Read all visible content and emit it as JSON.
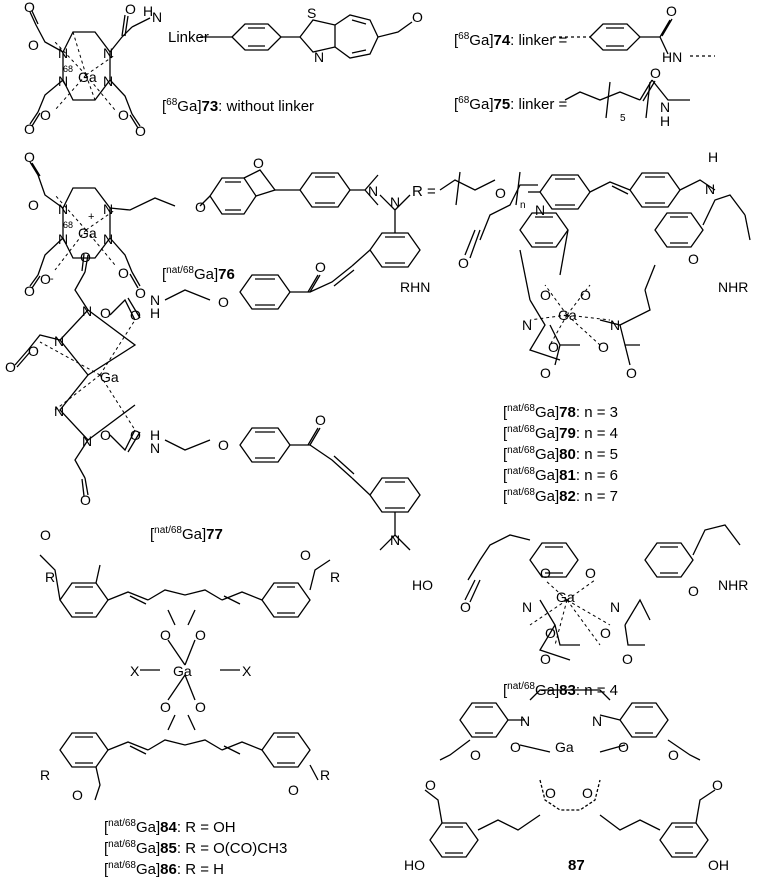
{
  "compounds": {
    "c73": {
      "iso": "68",
      "metal": "Ga",
      "num": "73",
      "suffix": ": without linker"
    },
    "c74": {
      "iso": "68",
      "metal": "Ga",
      "num": "74",
      "suffix": ": linker ="
    },
    "c75": {
      "iso": "68",
      "metal": "Ga",
      "num": "75",
      "suffix": ": linker ="
    },
    "c76": {
      "iso": "nat/68",
      "metal": "Ga",
      "num": "76"
    },
    "c77": {
      "iso": "nat/68",
      "metal": "Ga",
      "num": "77"
    },
    "c78": {
      "iso": "nat/68",
      "metal": "Ga",
      "num": "78",
      "suffix": ": n = 3"
    },
    "c79": {
      "iso": "nat/68",
      "metal": "Ga",
      "num": "79",
      "suffix": ": n = 4"
    },
    "c80": {
      "iso": "nat/68",
      "metal": "Ga",
      "num": "80",
      "suffix": ": n = 5"
    },
    "c81": {
      "iso": "nat/68",
      "metal": "Ga",
      "num": "81",
      "suffix": ": n = 6"
    },
    "c82": {
      "iso": "nat/68",
      "metal": "Ga",
      "num": "82",
      "suffix": ": n = 7"
    },
    "c83": {
      "iso": "nat/68",
      "metal": "Ga",
      "num": "83",
      "suffix": ": n = 4"
    },
    "c84": {
      "iso": "nat/68",
      "metal": "Ga",
      "num": "84",
      "suffix": ": R = OH"
    },
    "c85": {
      "iso": "nat/68",
      "metal": "Ga",
      "num": "85",
      "suffix": ": R = O(CO)CH3"
    },
    "c86": {
      "iso": "nat/68",
      "metal": "Ga",
      "num": "86",
      "suffix": ": R = H"
    },
    "c87": {
      "num": "87"
    }
  },
  "atoms": {
    "O": "O",
    "N": "N",
    "S": "S",
    "H": "H",
    "HN": "HN",
    "NH": "NH",
    "Ga": "Ga",
    "X": "X",
    "R": "R",
    "OH": "OH",
    "HO": "HO",
    "RHN": "RHN",
    "NHR": "NHR",
    "minus": "-",
    "plus": "+",
    "iso68": "68",
    "n": "n",
    "sub5": "5",
    "linker": "Linker",
    "R_eq": "R ="
  }
}
